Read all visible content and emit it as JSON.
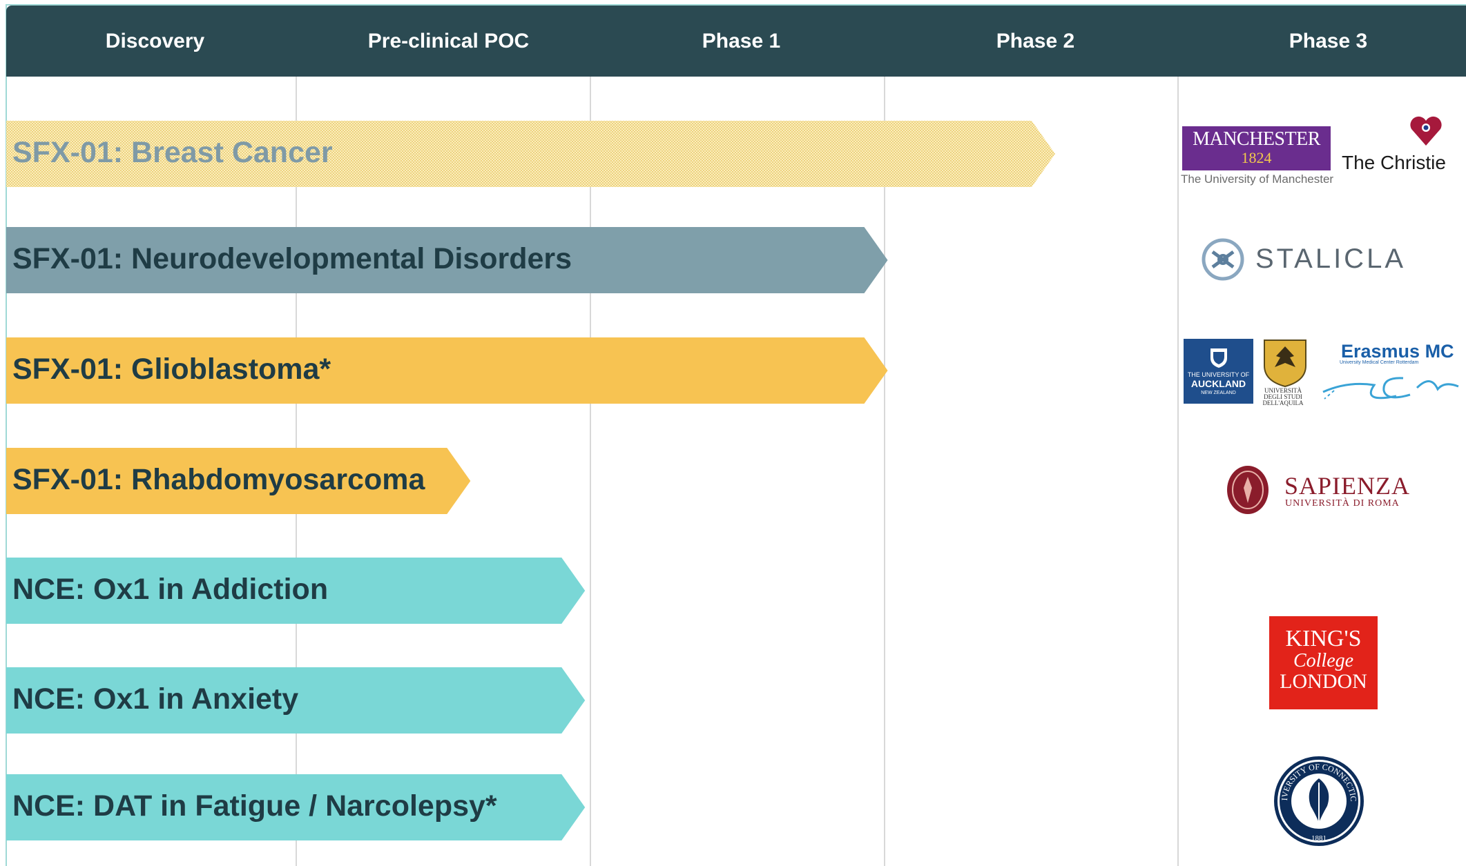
{
  "phases": [
    "Discovery",
    "Pre-clinical POC",
    "Phase 1",
    "Phase 2",
    "Phase 3"
  ],
  "colors": {
    "header_bg": "#2b4a52",
    "header_text": "#ffffff",
    "gridline": "#d8d8d8",
    "frame": "#9fd9d6"
  },
  "programs": [
    {
      "label": "SFX-01: Breast Cancer",
      "phase_reached": 3.57,
      "fill": "#f7e8a8",
      "pattern": "dotted",
      "text_color": "#7f9aa6"
    },
    {
      "label": "SFX-01: Neurodevelopmental Disorders",
      "phase_reached": 3.0,
      "fill": "#7f9faa",
      "pattern": "solid",
      "text_color": "#1f3c45"
    },
    {
      "label": "SFX-01: Glioblastoma*",
      "phase_reached": 3.0,
      "fill": "#f7c352",
      "pattern": "solid",
      "text_color": "#1f3c45"
    },
    {
      "label": "SFX-01: Rhabdomyosarcoma",
      "phase_reached": 1.58,
      "fill": "#f7c352",
      "pattern": "solid",
      "text_color": "#1f3c45"
    },
    {
      "label": "NCE: Ox1 in Addiction",
      "phase_reached": 1.97,
      "fill": "#7ad7d6",
      "pattern": "solid",
      "text_color": "#1f3c45"
    },
    {
      "label": "NCE: Ox1 in Anxiety",
      "phase_reached": 1.97,
      "fill": "#7ad7d6",
      "pattern": "solid",
      "text_color": "#1f3c45"
    },
    {
      "label": "NCE: DAT in Fatigue / Narcolepsy*",
      "phase_reached": 1.97,
      "fill": "#7ad7d6",
      "pattern": "solid",
      "text_color": "#1f3c45"
    }
  ],
  "partners": {
    "manchester": {
      "name": "MANCHESTER",
      "year": "1824",
      "subtitle": "The University of Manchester"
    },
    "christie": {
      "name": "The Christie"
    },
    "stalicla": {
      "name": "STALICLA"
    },
    "auckland": {
      "small": "THE UNIVERSITY OF",
      "name": "AUCKLAND",
      "country": "NEW ZEALAND"
    },
    "aquila": {
      "name": "UNIVERSITÀ DEGLI STUDI DELL'AQUILA"
    },
    "erasmus": {
      "name": "Erasmus MC",
      "subtitle": "University Medical Center Rotterdam"
    },
    "sapienza": {
      "name": "SAPIENZA",
      "subtitle": "UNIVERSITÀ DI ROMA"
    },
    "kings": {
      "line1": "KING'S",
      "line2": "College",
      "line3": "LONDON"
    },
    "uconn": {
      "name": "UNIVERSITY OF CONNECTICUT",
      "year": "1881"
    }
  }
}
